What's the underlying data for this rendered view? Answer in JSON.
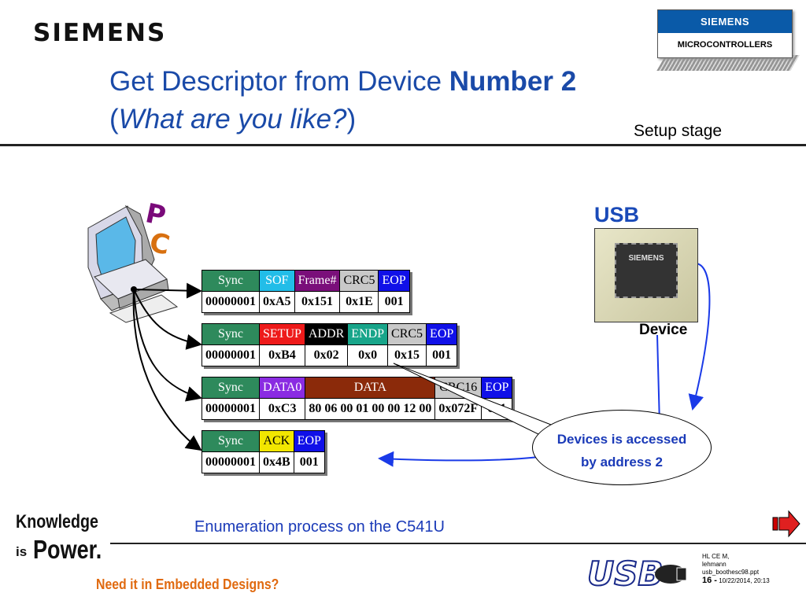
{
  "brand": {
    "logo": "SIEMENS",
    "badge_top": "SIEMENS",
    "badge_bottom": "MICROCONTROLLERS"
  },
  "title": {
    "line1_prefix": "Get Descriptor from Device ",
    "line1_bold": "Number 2",
    "line2_open": "(",
    "line2_italic": "What are you like?",
    "line2_close": ")"
  },
  "stage": "Setup stage",
  "device": {
    "usb_label": "USB",
    "chip_text": "SIEMENS",
    "label": "Device"
  },
  "packets": [
    {
      "headers": [
        "Sync",
        "SOF",
        "Frame#",
        "CRC5",
        "EOP"
      ],
      "values": [
        "00000001",
        "0xA5",
        "0x151",
        "0x1E",
        "001"
      ],
      "colors": [
        "#2e8a5c",
        "#22bde8",
        "#7a0f7a",
        "#c8c8c8",
        "#1010e8"
      ]
    },
    {
      "headers": [
        "Sync",
        "SETUP",
        "ADDR",
        "ENDP",
        "CRC5",
        "EOP"
      ],
      "values": [
        "00000001",
        "0xB4",
        "0x02",
        "0x0",
        "0x15",
        "001"
      ],
      "colors": [
        "#2e8a5c",
        "#ee1a1a",
        "#000000",
        "#18a58a",
        "#c8c8c8",
        "#1010e8"
      ]
    },
    {
      "headers": [
        "Sync",
        "DATA0",
        "DATA",
        "CRC16",
        "EOP"
      ],
      "values": [
        "00000001",
        "0xC3",
        "80 06 00 01 00 00 12 00",
        "0x072F",
        "001"
      ],
      "colors": [
        "#2e8a5c",
        "#8a2be2",
        "#8b2a0a",
        "#c8c8c8",
        "#1010e8"
      ]
    },
    {
      "headers": [
        "Sync",
        "ACK",
        "EOP"
      ],
      "values": [
        "00000001",
        "0x4B",
        "001"
      ],
      "colors": [
        "#2e8a5c",
        "#f2e600",
        "#1010e8"
      ]
    }
  ],
  "callout": {
    "line1": "Devices is accessed",
    "line2": "by address 2"
  },
  "footer": {
    "caption": "Enumeration process on the C541U",
    "knowledge": "Knowledge",
    "is": "is",
    "power": "Power.",
    "tagline": "Need it in Embedded Designs?",
    "info1": "HL CE M,",
    "info2": "lehmann",
    "info3": "usb_boothesc98.ppt",
    "page": "16 -",
    "date": "10/22/2014, 20:13",
    "usb_logo_text": "USB"
  },
  "colors": {
    "title_blue": "#1a4aa8",
    "header_text_dark": "#000000"
  }
}
